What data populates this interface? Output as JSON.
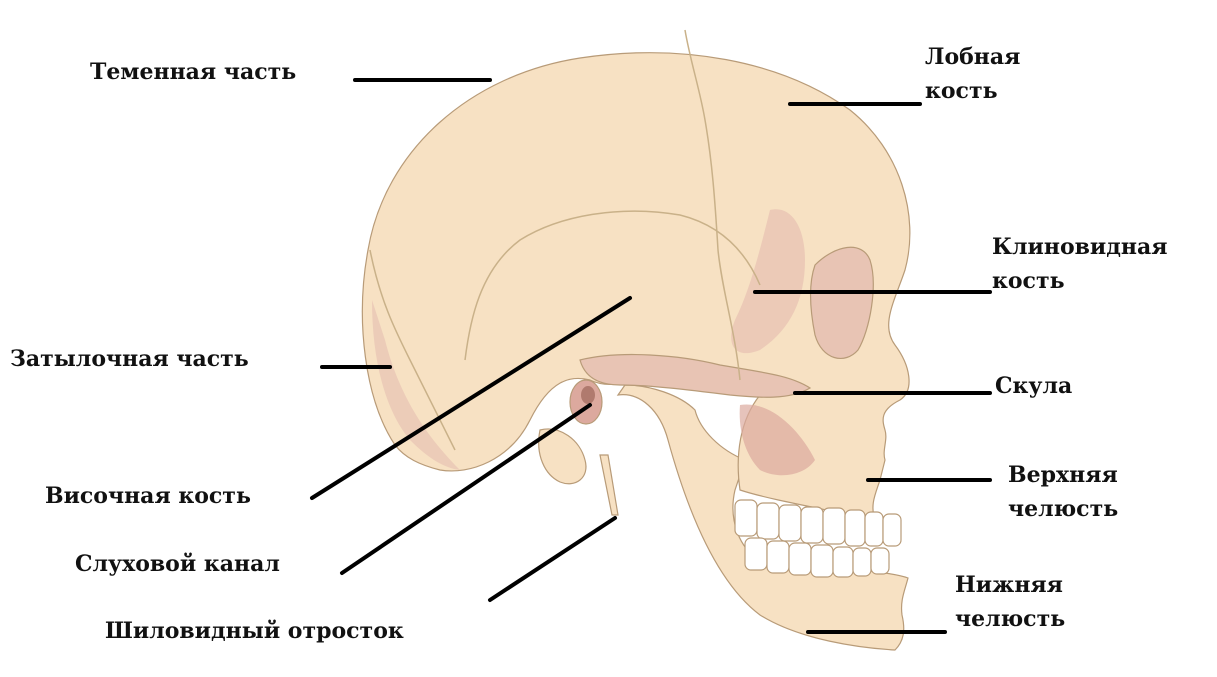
{
  "colors": {
    "bone": "#f7e1c3",
    "bone_shadow": "#e8c4b4",
    "bone_dark": "#dca99e",
    "suture": "#c9b189",
    "outline": "#b89b78",
    "teeth": "#ffffff",
    "pointer_line": "#000000"
  },
  "labels": {
    "parietal": "Теменная часть",
    "frontal_1": "Лобная",
    "frontal_2": "кость",
    "sphenoid_1": "Клиновидная",
    "sphenoid_2": "кость",
    "occipital": "Затылочная часть",
    "zygoma": "Скула",
    "temporal": "Височная кость",
    "maxilla_1": "Верхняя",
    "maxilla_2": "челюсть",
    "ear_canal": "Слуховой канал",
    "mandible_1": "Нижняя",
    "mandible_2": "челюсть",
    "styloid": "Шиловидный отросток"
  }
}
